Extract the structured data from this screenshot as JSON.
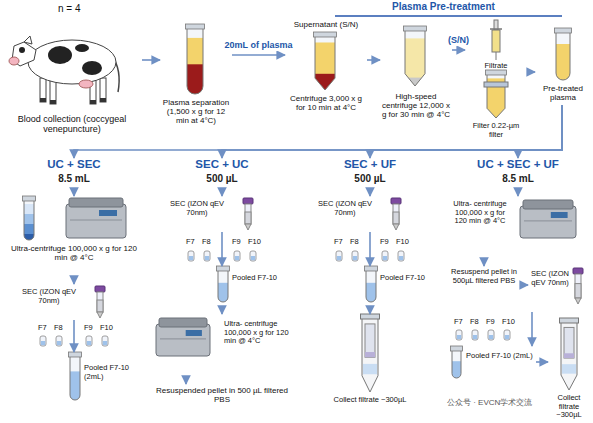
{
  "diagram": {
    "nodes": [
      {
        "text": [
          "Blood collection (coccygeal venepuncture)"
        ]
      },
      {
        "text": [
          "Plasma separation (1,500 x g for 12 min at 4°C)"
        ]
      },
      {
        "text": [
          "Supernatant (S/N)",
          "Centrifuge 3,000 x g for 10 min at 4°C"
        ]
      },
      {
        "text": [
          "High-speed centrifuge 12,000 x g for 30 min @ 4°C"
        ]
      },
      {
        "text": [
          "Filtrate",
          "Filter 0.22-µm filter"
        ]
      },
      {
        "text": [
          "Pre-treated plasma"
        ]
      },
      {
        "text": [
          "UC + SEC",
          "8.5 mL"
        ]
      },
      {
        "text": [
          "Ultra-centrifuge 100,000 x g for 120 min @ 4°C"
        ]
      },
      {
        "text": [
          "SEC (IZON qEV 70nm)"
        ]
      },
      {
        "text": [
          "Pooled F7-10 (2mL)"
        ]
      },
      {
        "text": [
          "SEC + UC",
          "500 µL"
        ]
      },
      {
        "text": [
          "SEC (IZON qEV 70nm)"
        ]
      },
      {
        "text": [
          "Pooled F7-10"
        ]
      },
      {
        "text": [
          "Ultra- centrifuge 100,000 x g for 120 min @ 4°C"
        ]
      },
      {
        "text": [
          "Resuspended pellet in 500 µL filtered PBS"
        ]
      },
      {
        "text": [
          "SEC + UF",
          "500 µL"
        ]
      },
      {
        "text": [
          "SEC (IZON qEV 70nm)"
        ]
      },
      {
        "text": [
          "Pooled F7-10"
        ]
      },
      {
        "text": [
          "Collect filtrate ~300µL"
        ]
      },
      {
        "text": [
          "UC + SEC + UF",
          "8.5 mL"
        ]
      },
      {
        "text": [
          "Ultra- centrifuge 100,000 x g for 120 min @ 4°C"
        ]
      },
      {
        "text": [
          "Resuspend pellet in 500µL filtered PBS"
        ]
      },
      {
        "text": [
          "SEC (IZON qEV 70nm)"
        ]
      },
      {
        "text": [
          "Pooled F7-10 (2mL)"
        ]
      },
      {
        "text": [
          "Collect filtrate ~300µL"
        ]
      }
    ],
    "edges": [
      {
        "from": 0,
        "to": 1,
        "arrow": "to"
      },
      {
        "from": 1,
        "to": 2,
        "label": "20mL of plasma",
        "arrow": "to"
      },
      {
        "from": 2,
        "to": 3,
        "arrow": "to"
      },
      {
        "from": 3,
        "to": 4,
        "label": "(S/N)",
        "arrow": "to"
      },
      {
        "from": 4,
        "to": 5,
        "arrow": "to"
      },
      {
        "from": 5,
        "to": 6,
        "arrow": "to"
      },
      {
        "from": 5,
        "to": 10,
        "arrow": "to"
      },
      {
        "from": 5,
        "to": 15,
        "arrow": "to"
      },
      {
        "from": 5,
        "to": 19,
        "arrow": "to"
      },
      {
        "from": 6,
        "to": 7,
        "arrow": "to"
      },
      {
        "from": 7,
        "to": 8,
        "arrow": "to"
      },
      {
        "from": 8,
        "to": 9,
        "arrow": "to"
      },
      {
        "from": 10,
        "to": 11,
        "arrow": "to"
      },
      {
        "from": 11,
        "to": 12,
        "arrow": "to"
      },
      {
        "from": 12,
        "to": 13,
        "arrow": "to"
      },
      {
        "from": 13,
        "to": 14,
        "arrow": "to"
      },
      {
        "from": 15,
        "to": 16,
        "arrow": "to"
      },
      {
        "from": 16,
        "to": 17,
        "arrow": "to"
      },
      {
        "from": 17,
        "to": 18,
        "arrow": "to"
      },
      {
        "from": 19,
        "to": 20,
        "arrow": "to"
      },
      {
        "from": 20,
        "to": 21,
        "arrow": "to"
      },
      {
        "from": 21,
        "to": 22,
        "arrow": "to"
      },
      {
        "from": 22,
        "to": 23,
        "arrow": "to"
      },
      {
        "from": 23,
        "to": 24,
        "arrow": "to"
      }
    ],
    "labels": [
      "n = 4",
      "Plasma Pre-treatment",
      "F7",
      "F8",
      "F9",
      "F10",
      "F7",
      "F8",
      "F9",
      "F10",
      "F7",
      "F8",
      "F9",
      "F10",
      "F7",
      "F8",
      "F9",
      "F10",
      "公众号 · EVCN学术交流"
    ]
  }
}
